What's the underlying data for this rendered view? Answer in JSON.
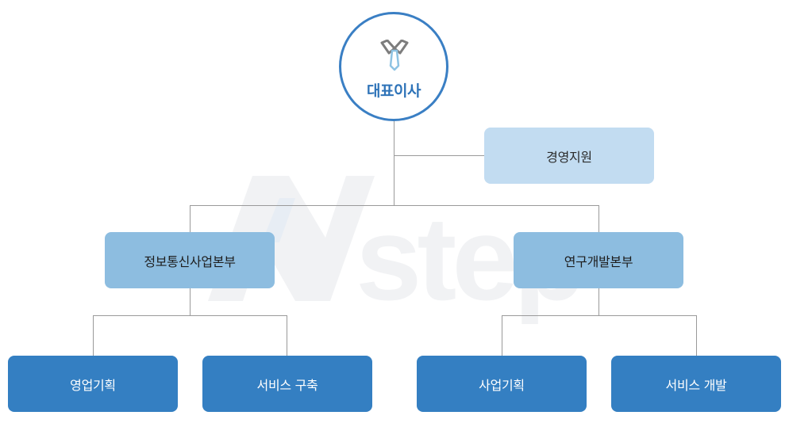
{
  "watermark": {
    "text": "step",
    "letter": "N"
  },
  "ceo": {
    "label": "대표이사",
    "icon": "necktie-icon"
  },
  "support": {
    "label": "경영지원"
  },
  "divisions": [
    {
      "label": "정보통신사업본부",
      "teams": [
        "영업기획",
        "서비스 구축"
      ]
    },
    {
      "label": "연구개발본부",
      "teams": [
        "사업기획",
        "서비스 개발"
      ]
    }
  ],
  "colors": {
    "ceo_border": "#3a7fc4",
    "support": "#c2dcf1",
    "division": "#8dbde0",
    "team": "#347fc2",
    "connector": "#9a9a9a"
  }
}
